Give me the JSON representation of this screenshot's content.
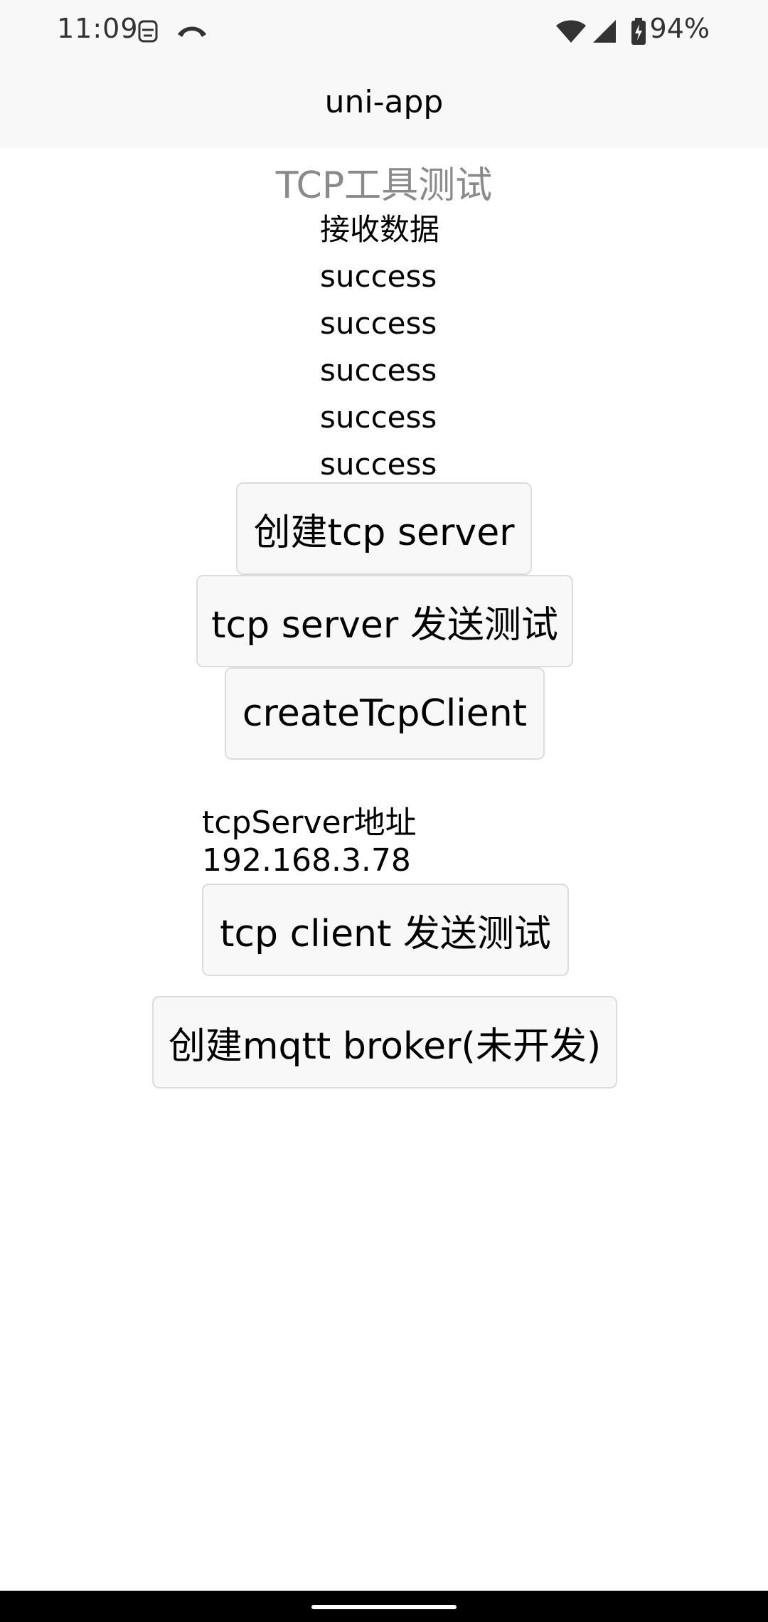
{
  "status_bar": {
    "time": "11:09",
    "battery_percent": "94%",
    "icons": [
      "notification-face-icon",
      "call-icon",
      "wifi-icon",
      "cellular-signal-icon",
      "battery-icon"
    ]
  },
  "navbar": {
    "title": "uni-app"
  },
  "page": {
    "title": "TCP工具测试",
    "received_label": "接收数据",
    "received_items": [
      "success",
      "success",
      "success",
      "success",
      "success"
    ],
    "buttons": {
      "create_tcp_server": "创建tcp server",
      "tcp_server_send_test": "tcp server 发送测试",
      "create_tcp_client": "createTcpClient",
      "tcp_client_send_test": "tcp client 发送测试",
      "create_mqtt_broker": "创建mqtt broker(未开发)"
    },
    "server_address_label": "tcpServer地址",
    "server_address_value": "192.168.3.78"
  },
  "colors": {
    "bar_background": "#f8f8f8",
    "button_background": "#f8f8f8",
    "button_border": "#dcdcdc",
    "page_title_color": "#8a8a8a"
  }
}
